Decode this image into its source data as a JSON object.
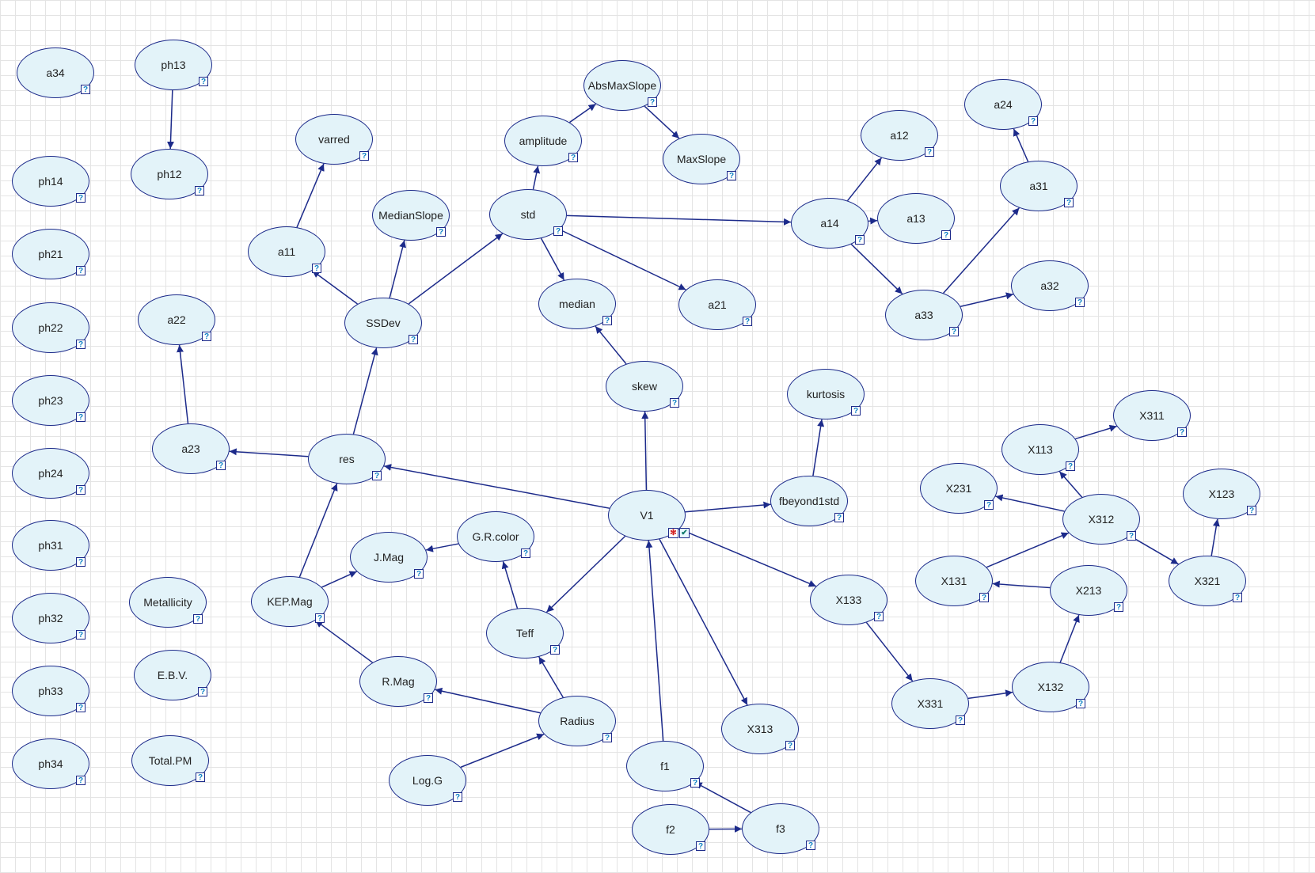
{
  "nodes": [
    {
      "id": "a34",
      "label": "a34"
    },
    {
      "id": "ph13",
      "label": "ph13"
    },
    {
      "id": "ph12",
      "label": "ph12"
    },
    {
      "id": "ph14",
      "label": "ph14"
    },
    {
      "id": "ph21",
      "label": "ph21"
    },
    {
      "id": "ph22",
      "label": "ph22"
    },
    {
      "id": "ph23",
      "label": "ph23"
    },
    {
      "id": "ph24",
      "label": "ph24"
    },
    {
      "id": "ph31",
      "label": "ph31"
    },
    {
      "id": "ph32",
      "label": "ph32"
    },
    {
      "id": "ph33",
      "label": "ph33"
    },
    {
      "id": "ph34",
      "label": "ph34"
    },
    {
      "id": "Metallicity",
      "label": "Metallicity"
    },
    {
      "id": "EBV",
      "label": "E.B.V."
    },
    {
      "id": "TotalPM",
      "label": "Total.PM"
    },
    {
      "id": "varred",
      "label": "varred"
    },
    {
      "id": "a11",
      "label": "a11"
    },
    {
      "id": "MedianSlope",
      "label": "MedianSlope"
    },
    {
      "id": "SSDev",
      "label": "SSDev"
    },
    {
      "id": "a22",
      "label": "a22"
    },
    {
      "id": "a23",
      "label": "a23"
    },
    {
      "id": "res",
      "label": "res"
    },
    {
      "id": "KEPMag",
      "label": "KEP.Mag"
    },
    {
      "id": "JMag",
      "label": "J.Mag"
    },
    {
      "id": "GRcolor",
      "label": "G.R.color"
    },
    {
      "id": "Teff",
      "label": "Teff"
    },
    {
      "id": "RMag",
      "label": "R.Mag"
    },
    {
      "id": "Radius",
      "label": "Radius"
    },
    {
      "id": "LogG",
      "label": "Log.G"
    },
    {
      "id": "amplitude",
      "label": "amplitude"
    },
    {
      "id": "AbsMaxSlope",
      "label": "AbsMaxSlope"
    },
    {
      "id": "MaxSlope",
      "label": "MaxSlope"
    },
    {
      "id": "std",
      "label": "std"
    },
    {
      "id": "median",
      "label": "median"
    },
    {
      "id": "a21",
      "label": "a21"
    },
    {
      "id": "skew",
      "label": "skew"
    },
    {
      "id": "V1",
      "label": "V1"
    },
    {
      "id": "kurtosis",
      "label": "kurtosis"
    },
    {
      "id": "fbeyond1std",
      "label": "fbeyond1std"
    },
    {
      "id": "f1",
      "label": "f1"
    },
    {
      "id": "f2",
      "label": "f2"
    },
    {
      "id": "f3",
      "label": "f3"
    },
    {
      "id": "X313",
      "label": "X313"
    },
    {
      "id": "X133",
      "label": "X133"
    },
    {
      "id": "X331",
      "label": "X331"
    },
    {
      "id": "X132",
      "label": "X132"
    },
    {
      "id": "X213",
      "label": "X213"
    },
    {
      "id": "X131",
      "label": "X131"
    },
    {
      "id": "X312",
      "label": "X312"
    },
    {
      "id": "X231",
      "label": "X231"
    },
    {
      "id": "X113",
      "label": "X113"
    },
    {
      "id": "X311",
      "label": "X311"
    },
    {
      "id": "X123",
      "label": "X123"
    },
    {
      "id": "X321",
      "label": "X321"
    },
    {
      "id": "a12",
      "label": "a12"
    },
    {
      "id": "a14",
      "label": "a14"
    },
    {
      "id": "a13",
      "label": "a13"
    },
    {
      "id": "a24",
      "label": "a24"
    },
    {
      "id": "a31",
      "label": "a31"
    },
    {
      "id": "a33",
      "label": "a33"
    },
    {
      "id": "a32",
      "label": "a32"
    }
  ],
  "edges": [
    [
      "ph13",
      "ph12"
    ],
    [
      "a11",
      "varred"
    ],
    [
      "SSDev",
      "a11"
    ],
    [
      "SSDev",
      "MedianSlope"
    ],
    [
      "SSDev",
      "std"
    ],
    [
      "res",
      "SSDev"
    ],
    [
      "res",
      "a23"
    ],
    [
      "a23",
      "a22"
    ],
    [
      "KEPMag",
      "res"
    ],
    [
      "KEPMag",
      "JMag"
    ],
    [
      "GRcolor",
      "JMag"
    ],
    [
      "Teff",
      "GRcolor"
    ],
    [
      "RMag",
      "KEPMag"
    ],
    [
      "Radius",
      "RMag"
    ],
    [
      "Radius",
      "Teff"
    ],
    [
      "LogG",
      "Radius"
    ],
    [
      "std",
      "amplitude"
    ],
    [
      "amplitude",
      "AbsMaxSlope"
    ],
    [
      "AbsMaxSlope",
      "MaxSlope"
    ],
    [
      "std",
      "median"
    ],
    [
      "std",
      "a21"
    ],
    [
      "std",
      "a14"
    ],
    [
      "skew",
      "median"
    ],
    [
      "V1",
      "skew"
    ],
    [
      "V1",
      "res"
    ],
    [
      "V1",
      "fbeyond1std"
    ],
    [
      "fbeyond1std",
      "kurtosis"
    ],
    [
      "V1",
      "Teff"
    ],
    [
      "V1",
      "X313"
    ],
    [
      "V1",
      "X133"
    ],
    [
      "f1",
      "V1"
    ],
    [
      "f3",
      "f1"
    ],
    [
      "f2",
      "f3"
    ],
    [
      "X133",
      "X331"
    ],
    [
      "X331",
      "X132"
    ],
    [
      "X132",
      "X213"
    ],
    [
      "X213",
      "X131"
    ],
    [
      "X131",
      "X312"
    ],
    [
      "X312",
      "X231"
    ],
    [
      "X312",
      "X113"
    ],
    [
      "X113",
      "X311"
    ],
    [
      "X312",
      "X321"
    ],
    [
      "X321",
      "X123"
    ],
    [
      "a14",
      "a12"
    ],
    [
      "a14",
      "a13"
    ],
    [
      "a14",
      "a33"
    ],
    [
      "a33",
      "a31"
    ],
    [
      "a31",
      "a24"
    ],
    [
      "a33",
      "a32"
    ]
  ],
  "question_mark": "?",
  "status_badges": {
    "node": "V1",
    "icons": [
      "error-star-icon",
      "check-icon"
    ],
    "star_glyph": "✻",
    "check_glyph": "✔"
  },
  "colors": {
    "node_fill": "#e3f3f9",
    "node_border": "#1c2a8a",
    "edge": "#1c2a8a",
    "grid": "#e4e4e4"
  }
}
